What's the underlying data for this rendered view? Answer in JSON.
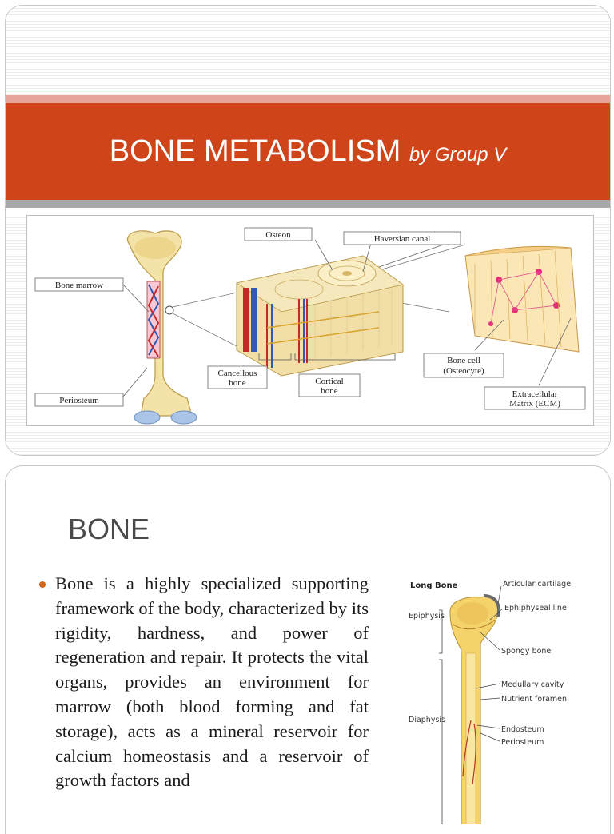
{
  "slide1": {
    "title_main": "BONE METABOLISM",
    "title_sub": "by Group V",
    "figure": {
      "labels": {
        "osteon": "Osteon",
        "haversian": "Haversian canal",
        "bone_marrow": "Bone marrow",
        "cancellous_1": "Cancellous",
        "cancellous_2": "bone",
        "cortical_1": "Cortical",
        "cortical_2": "bone",
        "bone_cell_1": "Bone cell",
        "bone_cell_2": "(Osteocyte)",
        "ecm_1": "Extracellular",
        "ecm_2": "Matrix (ECM)",
        "periosteum": "Periosteum"
      }
    }
  },
  "slide2": {
    "heading": "BONE",
    "bullet": "Bone is a highly specialized supporting framework of the body, characterized by its rigidity, hardness, and power of regeneration and repair. It protects the vital organs, provides an environment for marrow (both blood forming and fat storage), acts as a mineral reservoir for calcium homeostasis and a reservoir of growth factors and",
    "long_bone": {
      "title": "Long Bone",
      "epiphysis": "Epiphysis",
      "diaphysis": "Diaphysis",
      "articular": "Articular cartilage",
      "epiphyseal": "Ephiphyseal line",
      "spongy": "Spongy bone",
      "medullary": "Medullary cavity",
      "nutrient": "Nutrient foramen",
      "endosteum": "Endosteum",
      "periosteum": "Periosteum"
    }
  },
  "colors": {
    "title_band": "#cf4419",
    "pink_band": "#e7a59a",
    "grey_band": "#a8a8a8",
    "bullet": "#d4641a"
  }
}
